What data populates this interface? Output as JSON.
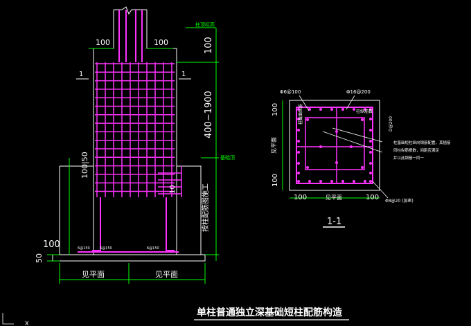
{
  "colors": {
    "background": "#000000",
    "outline": "#ffffff",
    "rebar": "#ff33ff",
    "dimension": "#00ff00",
    "title": "#ffffff"
  },
  "elevation": {
    "dims": {
      "stub_offset_left": "100",
      "stub_offset_right": "100",
      "top_height": "100",
      "middle_height": "400~1900",
      "lower_height": "100|50",
      "bottom_cover": "100",
      "base_thickness": "50",
      "stirrup_label": "10",
      "left_extent": "见平面",
      "right_extent": "见平面"
    },
    "section_mark": "1",
    "level_top_label": "柱顶标高",
    "level_ground_label": "基础顶",
    "vertical_note": "按柱配筋图施工",
    "bar_tags": [
      "6@150",
      "6@150",
      "6@150"
    ]
  },
  "section": {
    "name": "1-1",
    "top_left_note": "Φ6@100",
    "top_right_note": "Φ16@200",
    "inner_left_note": "柱截面纵筋",
    "inner_right_note": "柱纵筋数",
    "right_vertical_note": "D@200",
    "left_vertical_note": "见平面",
    "side_note_1": "柱基础短柱纵向钢筋配置，其插筋",
    "side_note_2": "同柱纵筋根数，间距应满足",
    "side_note_3": "并以此钢筋一同一",
    "dims": {
      "left_top": "100",
      "left_bottom": "100",
      "bottom_left": "100",
      "bottom_middle": "见平面",
      "bottom_right": "100"
    },
    "bottom_right_note": "Φ8@20 (加密)"
  },
  "title": "单柱普通独立深基础短柱配筋构造"
}
